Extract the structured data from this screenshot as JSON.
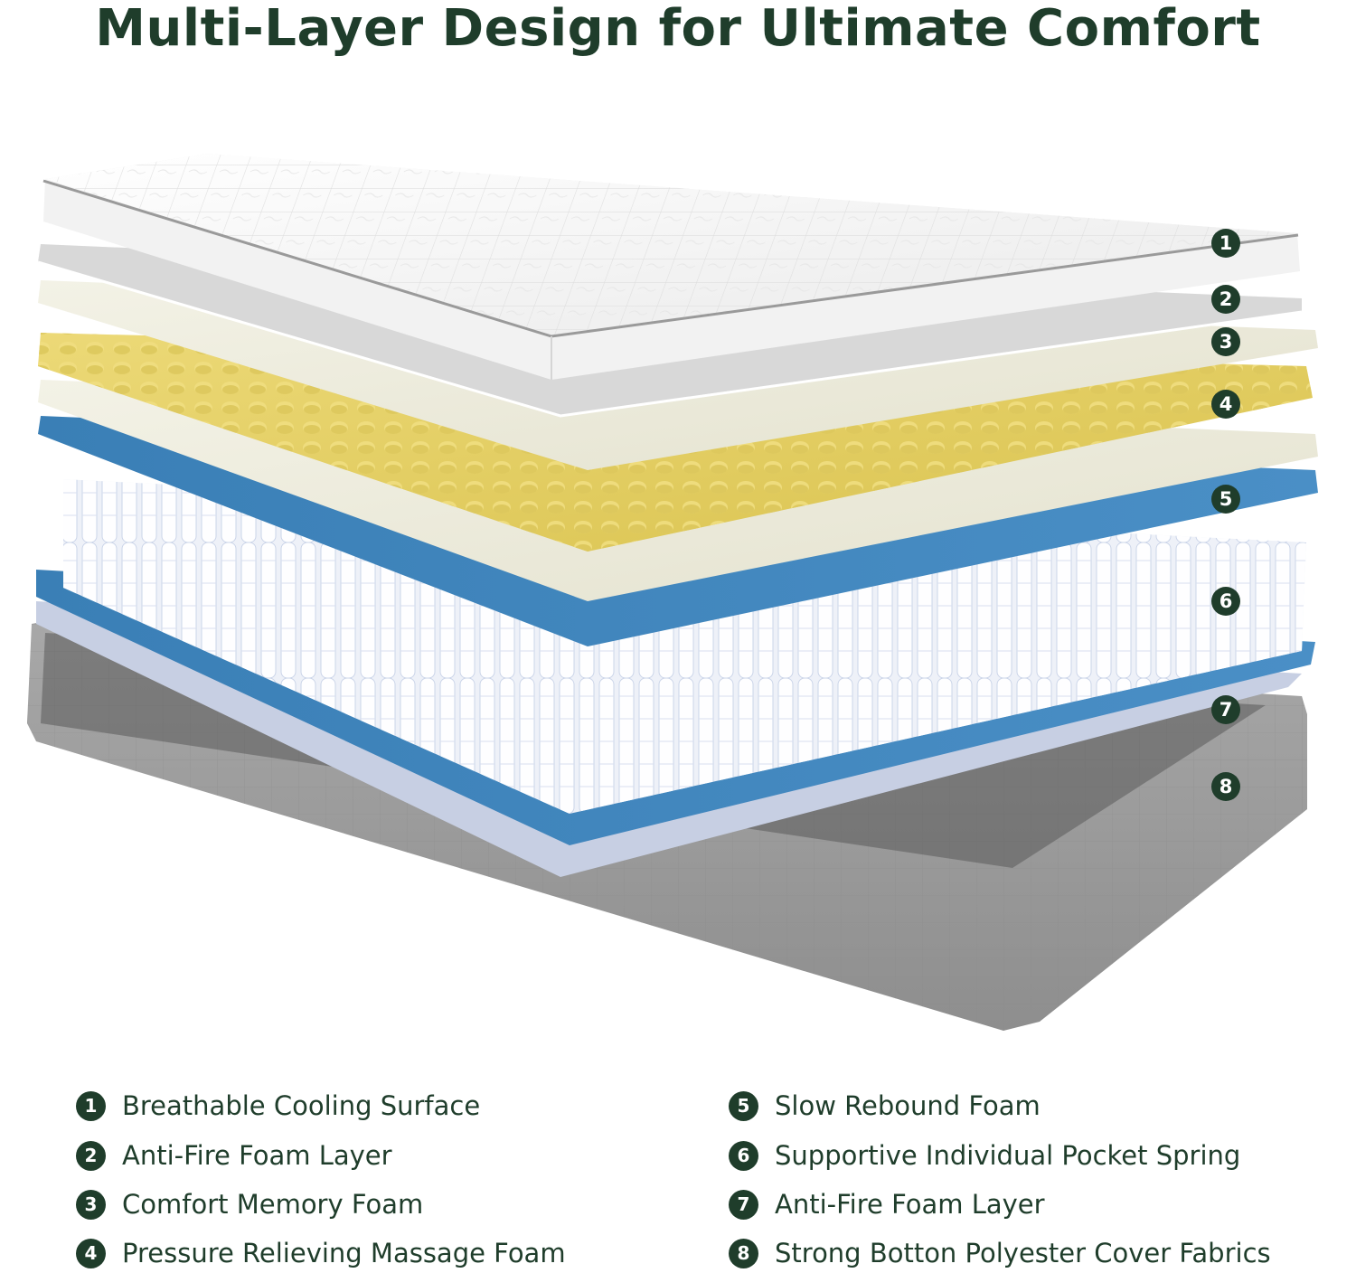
{
  "title": "Multi-Layer Design for Ultimate Comfort",
  "colors": {
    "accent": "#1f3d2b",
    "cover_white": "#f4f4f4",
    "cover_grey": "#9a9a9a",
    "sheet_grey": "#dcdcdc",
    "cream": "#efeede",
    "yellow_foam": "#e2cf5e",
    "blue_foam": "#3e82b8",
    "base_grey": "#9c9c9c"
  },
  "layers": [
    {
      "number": "1",
      "label": "Breathable Cooling Surface",
      "icon": "quilted-top-layer"
    },
    {
      "number": "2",
      "label": "Anti-Fire Foam Layer",
      "icon": "thin-grey-sheet"
    },
    {
      "number": "3",
      "label": "Comfort Memory Foam",
      "icon": "cream-foam-slab"
    },
    {
      "number": "4",
      "label": "Pressure Relieving Massage Foam",
      "icon": "egg-crate-foam"
    },
    {
      "number": "5",
      "label": "Slow Rebound Foam",
      "icon": "blue-foam-slab"
    },
    {
      "number": "6",
      "label": "Supportive Individual Pocket Spring",
      "icon": "pocket-springs"
    },
    {
      "number": "7",
      "label": "Anti-Fire Foam Layer",
      "icon": "thin-blue-sheet"
    },
    {
      "number": "8",
      "label": "Strong Botton Polyester Cover Fabrics",
      "icon": "grey-base-cover"
    }
  ]
}
